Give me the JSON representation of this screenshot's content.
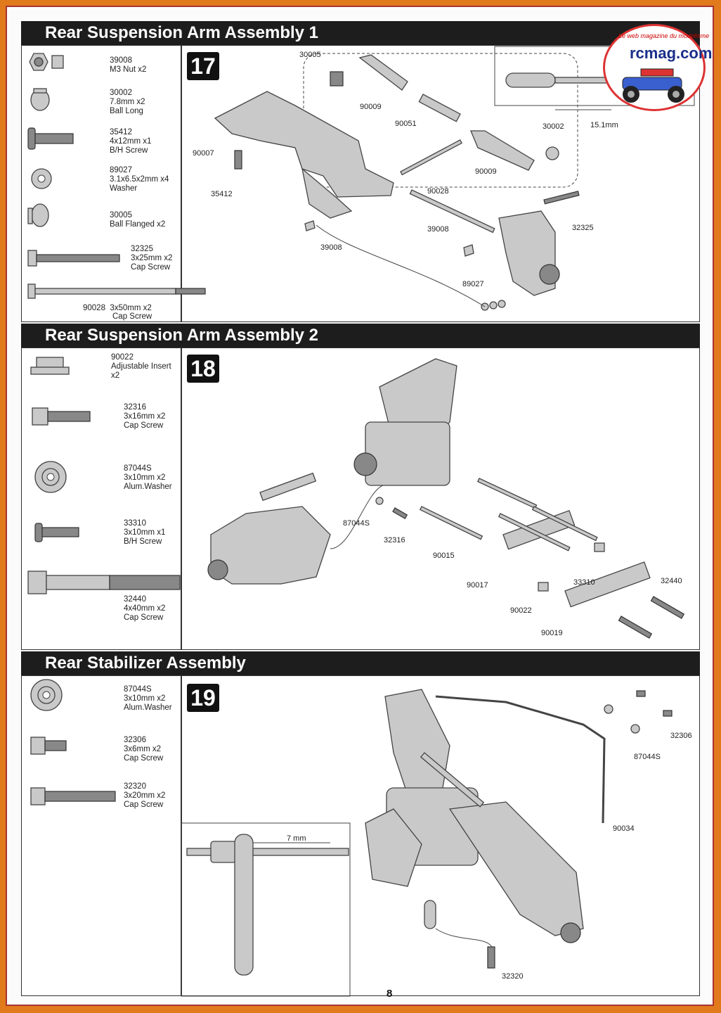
{
  "sections": {
    "s1": {
      "title": "Rear Suspension Arm Assembly 1",
      "step": "17"
    },
    "s2": {
      "title": "Rear Suspension Arm Assembly 2",
      "step": "18"
    },
    "s3": {
      "title": "Rear Stabilizer Assembly",
      "step": "19"
    }
  },
  "parts1": [
    {
      "num": "39008",
      "desc": [
        "M3 Nut x2"
      ],
      "icon": "nut-icon"
    },
    {
      "num": "30002",
      "desc": [
        "7.8mm x2",
        "Ball Long"
      ],
      "icon": "ball-icon"
    },
    {
      "num": "35412",
      "desc": [
        "4x12mm x1",
        "B/H Screw"
      ],
      "icon": "screw-icon"
    },
    {
      "num": "89027",
      "desc": [
        "3.1x6.5x2mm x4",
        "Washer"
      ],
      "icon": "washer-icon"
    },
    {
      "num": "30005",
      "desc": [
        "Ball Flanged x2"
      ],
      "icon": "flanged-ball-icon"
    },
    {
      "num": "32325",
      "desc": [
        "3x25mm x2",
        "Cap Screw"
      ],
      "icon": "cap-screw-icon"
    },
    {
      "num": "90028",
      "desc": [
        "3x50mm x2",
        "Cap Screw"
      ],
      "icon": "long-screw-icon"
    }
  ],
  "parts2": [
    {
      "num": "90022",
      "desc": [
        "Adjustable Insert",
        "x2"
      ],
      "icon": "insert-icon"
    },
    {
      "num": "32316",
      "desc": [
        "3x16mm x2",
        "Cap Screw"
      ],
      "icon": "cap-screw-icon"
    },
    {
      "num": "87044S",
      "desc": [
        "3x10mm x2",
        "Alum.Washer"
      ],
      "icon": "washer-icon"
    },
    {
      "num": "33310",
      "desc": [
        "3x10mm x1",
        "B/H Screw"
      ],
      "icon": "screw-icon"
    },
    {
      "num": "32440",
      "desc": [
        "4x40mm x2",
        "Cap Screw"
      ],
      "icon": "long-screw-icon"
    }
  ],
  "parts3": [
    {
      "num": "87044S",
      "desc": [
        "3x10mm x2",
        "Alum.Washer"
      ],
      "icon": "washer-icon"
    },
    {
      "num": "32306",
      "desc": [
        "3x6mm x2",
        "Cap Screw"
      ],
      "icon": "cap-screw-icon"
    },
    {
      "num": "32320",
      "desc": [
        "3x20mm x2",
        "Cap Screw"
      ],
      "icon": "cap-screw-icon"
    }
  ],
  "callouts1": [
    "30005",
    "90009",
    "90051",
    "30002",
    "90007",
    "35412",
    "90009",
    "90028",
    "39008",
    "39008",
    "32325",
    "89027"
  ],
  "dim1": "15.1mm",
  "callouts2": [
    "87044S",
    "32316",
    "90015",
    "90017",
    "33310",
    "32440",
    "90022",
    "90019"
  ],
  "callouts3": [
    "32306",
    "87044S",
    "90034",
    "32320"
  ],
  "dim3": "7 mm",
  "page_number": "8",
  "logo": {
    "brand": "rcmag.com",
    "tagline": "Le web magazine du modelisme"
  }
}
